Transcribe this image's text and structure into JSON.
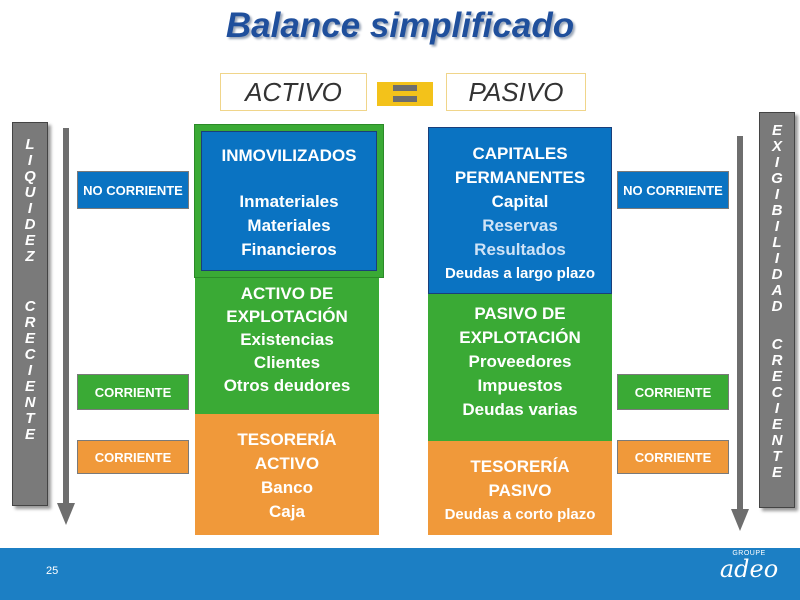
{
  "title": "Balance simplificado",
  "header": {
    "activo": "ACTIVO",
    "pasivo": "PASIVO"
  },
  "left_bar": [
    "L",
    "I",
    "Q",
    "U",
    "I",
    "D",
    "E",
    "Z",
    "",
    "C",
    "R",
    "E",
    "C",
    "I",
    "E",
    "N",
    "T",
    "E"
  ],
  "right_bar": [
    "E",
    "X",
    "I",
    "G",
    "I",
    "B",
    "I",
    "L",
    "I",
    "D",
    "A",
    "D",
    "",
    "C",
    "R",
    "E",
    "C",
    "I",
    "E",
    "N",
    "T",
    "E"
  ],
  "labels": {
    "no_corriente": "NO CORRIENTE",
    "corriente": "CORRIENTE"
  },
  "activo": {
    "inmovilizados": {
      "title": "INMOVILIZADOS",
      "items": [
        "Inmateriales",
        "Materiales",
        "Financieros"
      ]
    },
    "explotacion": {
      "title": "ACTIVO DE EXPLOTACIÓN",
      "items": [
        "Existencias",
        "Clientes",
        "Otros deudores"
      ]
    },
    "tesoreria": {
      "title": "TESORERÍA ACTIVO",
      "items": [
        "Banco",
        "Caja"
      ]
    }
  },
  "pasivo": {
    "capitales": {
      "title": "CAPITALES PERMANENTES",
      "items": [
        "Capital",
        "Reservas",
        "Resultados",
        "Deudas a largo plazo"
      ]
    },
    "explotacion": {
      "title": "PASIVO DE EXPLOTACIÓN",
      "items": [
        "Proveedores",
        "Impuestos",
        "Deudas varias"
      ]
    },
    "tesoreria": {
      "title": "TESORERÍA PASIVO",
      "items": [
        "Deudas a corto plazo"
      ]
    }
  },
  "footer": {
    "page_number": "25",
    "logo_groupe": "GROUPE",
    "logo_word": "adeo"
  },
  "colors": {
    "blue": "#0a73c2",
    "green": "#3aaa35",
    "orange": "#f0993a",
    "title": "#1f4f9c",
    "footer": "#1c7fc4"
  }
}
